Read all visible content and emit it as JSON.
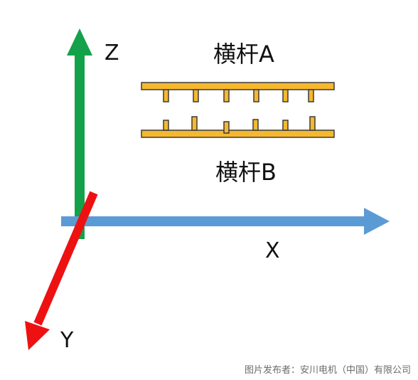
{
  "axes": {
    "x_label": "X",
    "y_label": "Y",
    "z_label": "Z",
    "x_color": "#5b9bd5",
    "y_color": "#ee1111",
    "z_color": "#13a14a"
  },
  "bars": {
    "a_label": "横杆A",
    "b_label": "横杆B",
    "fill_color": "#f5b82e",
    "stroke_color": "#3b3b3b"
  },
  "caption": "图片发布者：安川电机（中国）有限公司"
}
